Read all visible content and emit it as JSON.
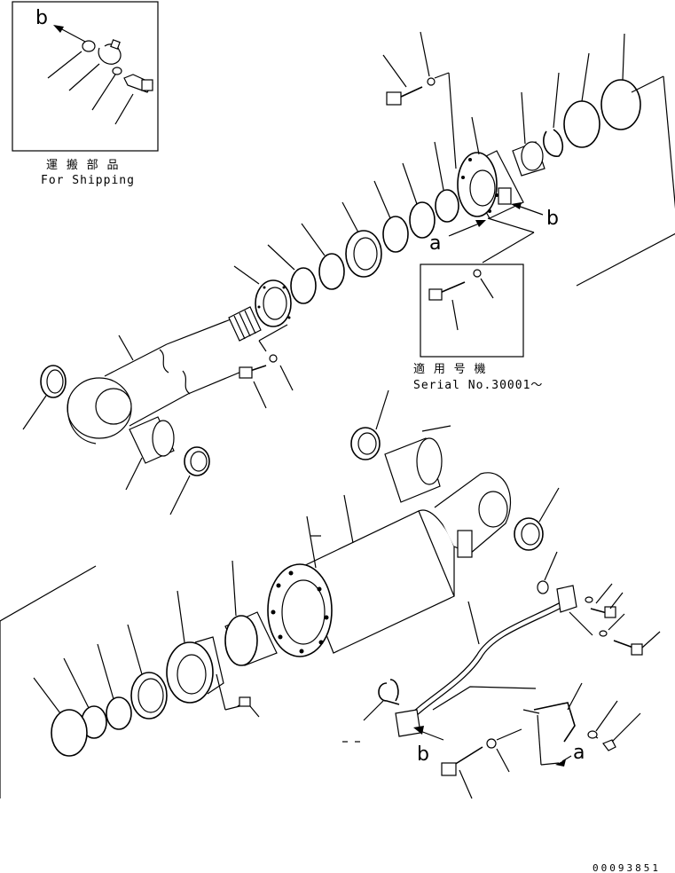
{
  "diagram": {
    "inset_shipping": {
      "caption_jp": "運 搬 部 品",
      "caption_en": "For Shipping"
    },
    "inset_serial": {
      "caption_jp": "適 用 号 機",
      "caption_en": "Serial No.30001～"
    },
    "labels": {
      "a_top": "a",
      "b_top_right": "b",
      "b_inset": "b",
      "b_bottom": "b",
      "a_bottom": "a"
    },
    "drawing_code": "00093851",
    "line_color": "#000000",
    "background_color": "#ffffff"
  }
}
